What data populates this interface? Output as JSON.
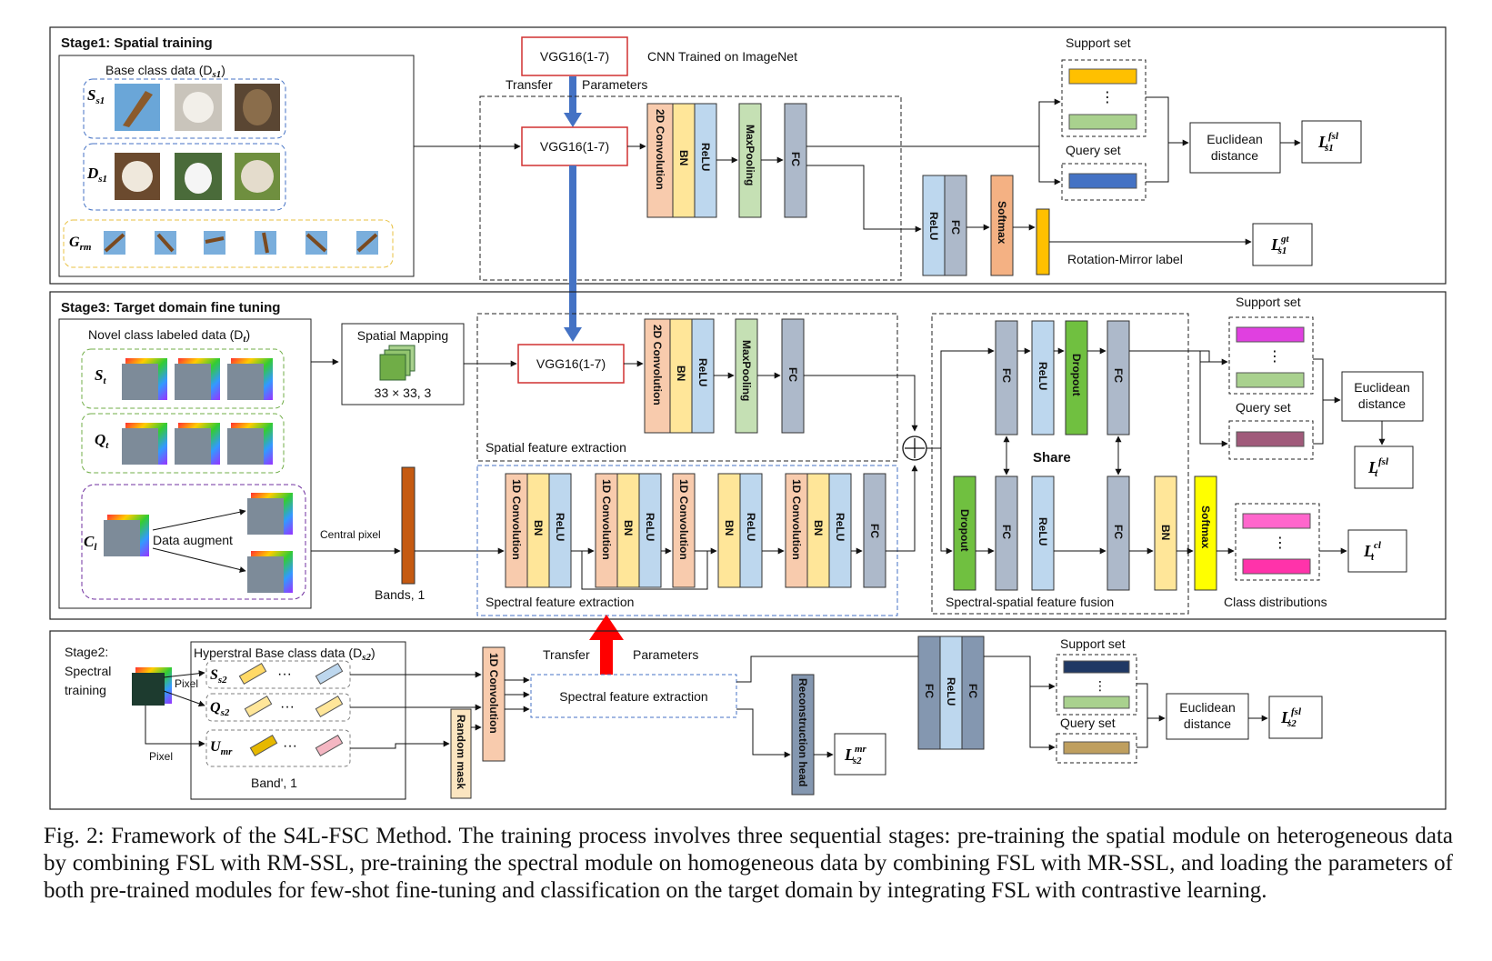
{
  "stage1": {
    "title": "Stage1: Spatial training",
    "base_class_title": "Base class data (D",
    "base_class_sub": "s1",
    "row_s": "S",
    "row_s_sub": "s1",
    "row_d": "D",
    "row_d_sub": "s1",
    "row_g": "G",
    "row_g_sub": "rm",
    "vgg_top": "VGG16(1-7)",
    "vgg_top_note": "CNN Trained on ImageNet",
    "transfer": "Transfer",
    "parameters": "Parameters",
    "vgg_mid": "VGG16(1-7)",
    "blocks": [
      "2D Convolution",
      "BN",
      "ReLU",
      "MaxPooling",
      "FC"
    ],
    "rm_blocks": [
      "ReLU",
      "FC",
      "Softmax"
    ],
    "support_set": "Support set",
    "query_set": "Query set",
    "euclid1": "Euclidean",
    "euclid2": "distance",
    "loss_fsl": "L",
    "loss_fsl_sup": "fsl",
    "loss_fsl_sub": "s1",
    "rm_label": "Rotation-Mirror label",
    "loss_gt": "L",
    "loss_gt_sup": "gt",
    "loss_gt_sub": "s1"
  },
  "stage3": {
    "title": "Stage3: Target domain fine tuning",
    "novel_title": "Novel class labeled data (D",
    "novel_sub": "t",
    "row_s": "S",
    "row_s_sub": "t",
    "row_q": "Q",
    "row_q_sub": "t",
    "row_c": "C",
    "row_c_sub": "l",
    "data_augment": "Data augment",
    "spatial_mapping": "Spatial Mapping",
    "spatial_mapping_size": "33 × 33, 3",
    "central_pixel": "Central pixel",
    "bands": "Bands, 1",
    "vgg": "VGG16(1-7)",
    "spatial_blocks": [
      "2D Convolution",
      "BN",
      "ReLU",
      "MaxPooling",
      "FC"
    ],
    "spatial_caption": "Spatial feature extraction",
    "spectral_blocks": [
      "1D Convolution",
      "BN",
      "ReLU",
      "1D Convolution",
      "BN",
      "ReLU",
      "1D Convolution",
      "BN",
      "ReLU",
      "1D Convolution",
      "BN",
      "ReLU",
      "FC"
    ],
    "spectral_caption": "Spectral feature extraction",
    "fusion_top": [
      "FC",
      "ReLU",
      "Dropout",
      "FC"
    ],
    "fusion_bottom": [
      "Dropout",
      "FC",
      "ReLU",
      "FC",
      "BN"
    ],
    "share": "Share",
    "fusion_caption": "Spectral-spatial feature fusion",
    "softmax": "Softmax",
    "support_set": "Support set",
    "query_set": "Query set",
    "euclid1": "Euclidean",
    "euclid2": "distance",
    "loss_fsl": "L",
    "loss_fsl_sup": "fsl",
    "loss_fsl_sub": "t",
    "class_dist": "Class distributions",
    "loss_cl": "L",
    "loss_cl_sup": "cl",
    "loss_cl_sub": "t",
    "dots": "⋮"
  },
  "stage2": {
    "title1": "Stage2:",
    "title2": "Spectral",
    "title3": "training",
    "pixel": "Pixel",
    "hyper_title": "Hyperstral Base class data (D",
    "hyper_sub": "s2",
    "row_s": "S",
    "row_s_sub": "s2",
    "row_q": "Q",
    "row_q_sub": "s2",
    "row_u": "U",
    "row_u_sub": "mr",
    "band": "Band', 1",
    "ellipsis": "···",
    "random_mask": "Random mask",
    "conv1d": "1D Convolution",
    "transfer": "Transfer",
    "parameters": "Parameters",
    "spectral_fe": "Spectral feature extraction",
    "recon": "Reconstruction head",
    "loss_mr": "L",
    "loss_mr_sup": "mr",
    "loss_mr_sub": "s2",
    "fc_blocks": [
      "FC",
      "ReLU",
      "FC"
    ],
    "support_set": "Support set",
    "query_set": "Query set",
    "euclid1": "Euclidean",
    "euclid2": "distance",
    "loss_fsl": "L",
    "loss_fsl_sup": "fsl",
    "loss_fsl_sub": "s2"
  },
  "colors": {
    "conv": "#f8cbad",
    "bn": "#ffe699",
    "relu": "#bdd7ee",
    "pool": "#c5e0b4",
    "fc": "#adb9ca",
    "softmax_orange": "#f4b183",
    "softmax_yellow": "#ffff00",
    "dropout": "#70c040",
    "arrow_blue": "#4472c4",
    "arrow_red": "#ff0000"
  },
  "caption": "Fig. 2: Framework of the S4L-FSC Method. The training process involves three sequential stages: pre-training the spatial module on heterogeneous data by combining FSL with RM-SSL, pre-training the spectral module on homogeneous data by combining FSL with MR-SSL, and loading the parameters of both pre-trained modules for few-shot fine-tuning and classification on the target domain by integrating FSL with contrastive learning."
}
